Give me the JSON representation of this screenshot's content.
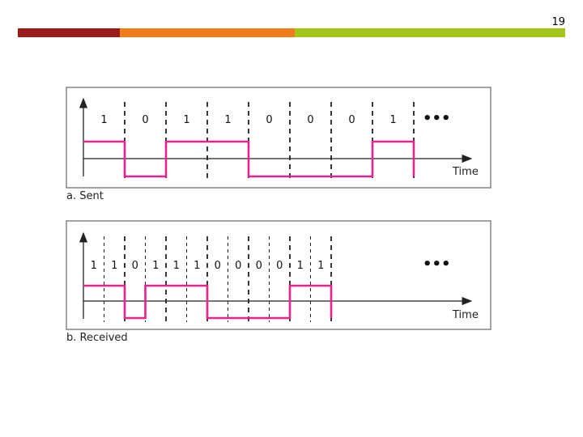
{
  "page_number": "19",
  "colors": {
    "bar_dark_red": "#9b1b1b",
    "bar_orange": "#f07c1c",
    "bar_green": "#a3c617",
    "signal": "#e6228c",
    "frame": "#666666"
  },
  "sent": {
    "caption": "a. Sent",
    "bits": [
      "1",
      "0",
      "1",
      "1",
      "0",
      "0",
      "0",
      "1"
    ],
    "ellipsis": "•••",
    "time_label": "Time"
  },
  "received": {
    "caption": "b. Received",
    "bits": [
      "1",
      "1",
      "0",
      "1",
      "1",
      "1",
      "0",
      "0",
      "0",
      "0",
      "1",
      "1"
    ],
    "ellipsis": "•••",
    "time_label": "Time"
  }
}
